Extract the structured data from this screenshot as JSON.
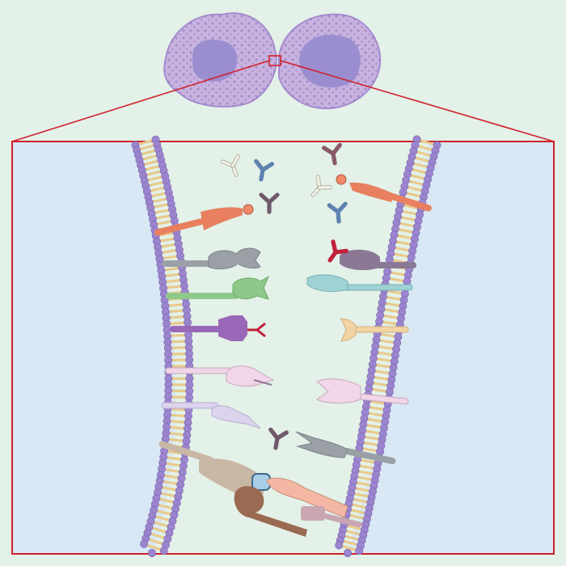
{
  "colors": {
    "background": "#e3f1e8",
    "zoom_panel_fill": "#d8e8f4",
    "zoom_outline": "#d0202a",
    "cell_fill": "#c8b3e0",
    "cell_dots": "#8a70b5",
    "nucleus_fill": "#9b8ed0",
    "membrane_head": "#9c85cf",
    "membrane_tail": "#e9c98a",
    "receptor_orange": "#e8805f",
    "receptor_gray": "#9aa0a6",
    "receptor_green": "#8fc98a",
    "receptor_purple": "#9a68b8",
    "receptor_pink": "#f1d5e8",
    "receptor_lilac": "#dcd3ec",
    "receptor_teal": "#9fd2d4",
    "receptor_tan": "#f2d3a4",
    "receptor_mauve": "#8a7895",
    "receptor_khaki": "#c9b7a5",
    "receptor_blue": "#a9cfe8",
    "receptor_salmon": "#f4b7a3",
    "receptor_brown": "#9b6a52",
    "receptor_rose": "#c9a6b2",
    "antibody_white": "#f2f2ea",
    "antibody_blue": "#5d82b0",
    "antibody_dark": "#6e5a6a",
    "antibody_red": "#c0203a"
  },
  "cells": [
    {
      "name": "left-cell"
    },
    {
      "name": "right-cell"
    }
  ],
  "antibodies": [
    {
      "color": "antibody_white"
    },
    {
      "color": "antibody_blue"
    },
    {
      "color": "antibody_dark"
    },
    {
      "color": "antibody_mauve"
    },
    {
      "color": "antibody_white"
    },
    {
      "color": "antibody_blue"
    },
    {
      "color": "antibody_red"
    },
    {
      "color": "antibody_dark"
    }
  ]
}
